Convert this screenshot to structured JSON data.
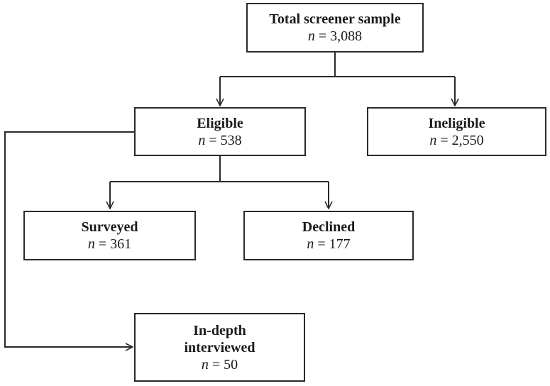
{
  "nodes": {
    "total": {
      "title": "Total screener sample",
      "count": "3,088"
    },
    "eligible": {
      "title": "Eligible",
      "count": "538"
    },
    "ineligible": {
      "title": "Ineligible",
      "count": "2,550"
    },
    "surveyed": {
      "title": "Surveyed",
      "count": "361"
    },
    "declined": {
      "title": "Declined",
      "count": "177"
    },
    "interviewed": {
      "title_line1": "In-depth",
      "title_line2": "interviewed",
      "count": "50"
    }
  },
  "count_prefix": "n",
  "count_separator": " = "
}
